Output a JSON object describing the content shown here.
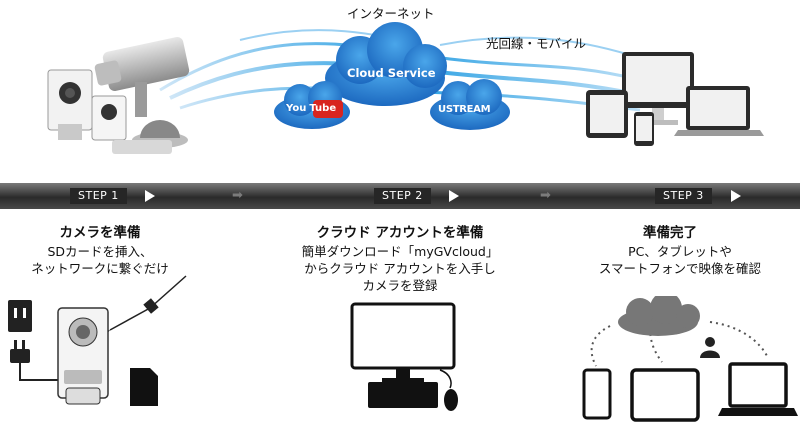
{
  "top": {
    "internet_label": "インターネット",
    "mobile_label": "光回線・モバイル",
    "cloud_label": "Cloud Service",
    "youtube": {
      "you": "You",
      "tube": "Tube"
    },
    "ustream_label": "USTREAM"
  },
  "steps": [
    {
      "label": "STEP 1",
      "title": "カメラを準備",
      "lines": [
        "SDカードを挿入、",
        "ネットワークに繋ぐだけ"
      ]
    },
    {
      "label": "STEP 2",
      "title": "クラウド アカウントを準備",
      "lines": [
        "簡単ダウンロード「myGVcloud」",
        "からクラウド アカウントを入手し",
        "カメラを登録"
      ]
    },
    {
      "label": "STEP 3",
      "title": "準備完了",
      "lines": [
        "PC、タブレットや",
        "スマートフォンで映像を確認"
      ]
    }
  ],
  "colors": {
    "accent_blue": "#1e6ec6",
    "youtube_red": "#d8251f",
    "bar_dark": "#2a2a2a"
  }
}
